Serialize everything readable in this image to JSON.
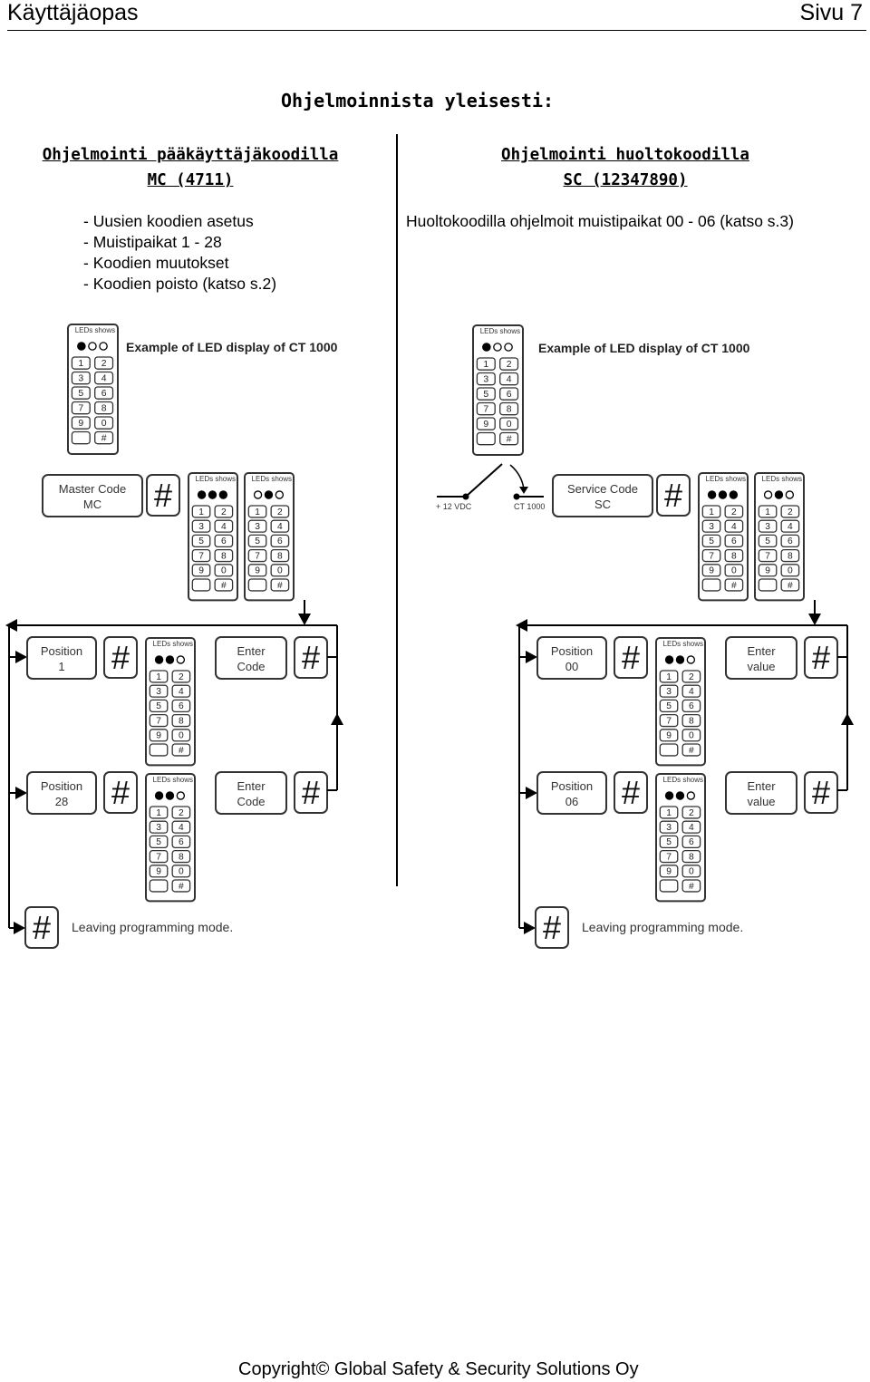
{
  "header": {
    "left": "Käyttäjäopas",
    "right": "Sivu 7"
  },
  "title": "Ohjelmoinnista yleisesti:",
  "left_column": {
    "heading_line1": "Ohjelmointi pääkäyttäjäkoodilla",
    "heading_line2": "MC (4711)",
    "bullets": [
      "- Uusien koodien asetus",
      "- Muistipaikat  1 - 28",
      "- Koodien muutokset",
      "- Koodien poisto (katso s.2)"
    ]
  },
  "right_column": {
    "heading_line1": "Ohjelmointi huoltokoodilla",
    "heading_line2": "SC (12347890)",
    "description": "Huoltokoodilla ohjelmoit muistipaikat  00 - 06 (katso s.3)"
  },
  "diagram": {
    "leds_shows": "LEDs shows",
    "example_caption": "Example of LED display of CT 1000",
    "hash": "#",
    "keypad_keys": [
      "1",
      "2",
      "3",
      "4",
      "5",
      "6",
      "7",
      "8",
      "9",
      "0",
      "",
      "#"
    ],
    "left": {
      "start_box": [
        "Master Code",
        "MC"
      ],
      "row1_position": [
        "Position",
        "1"
      ],
      "row1_enter": [
        "Enter",
        "Code"
      ],
      "row2_position": [
        "Position",
        "28"
      ],
      "row2_enter": [
        "Enter",
        "Code"
      ],
      "leaving": "Leaving programming mode."
    },
    "right": {
      "power_label": "+ 12 VDC",
      "device_label": "CT 1000",
      "start_box": [
        "Service Code",
        "SC"
      ],
      "row1_position": [
        "Position",
        "00"
      ],
      "row1_enter": [
        "Enter",
        "value"
      ],
      "row2_position": [
        "Position",
        "06"
      ],
      "row2_enter": [
        "Enter",
        "value"
      ],
      "leaving": "Leaving programming mode."
    }
  },
  "footer": "Copyright©  Global Safety & Security Solutions Oy"
}
